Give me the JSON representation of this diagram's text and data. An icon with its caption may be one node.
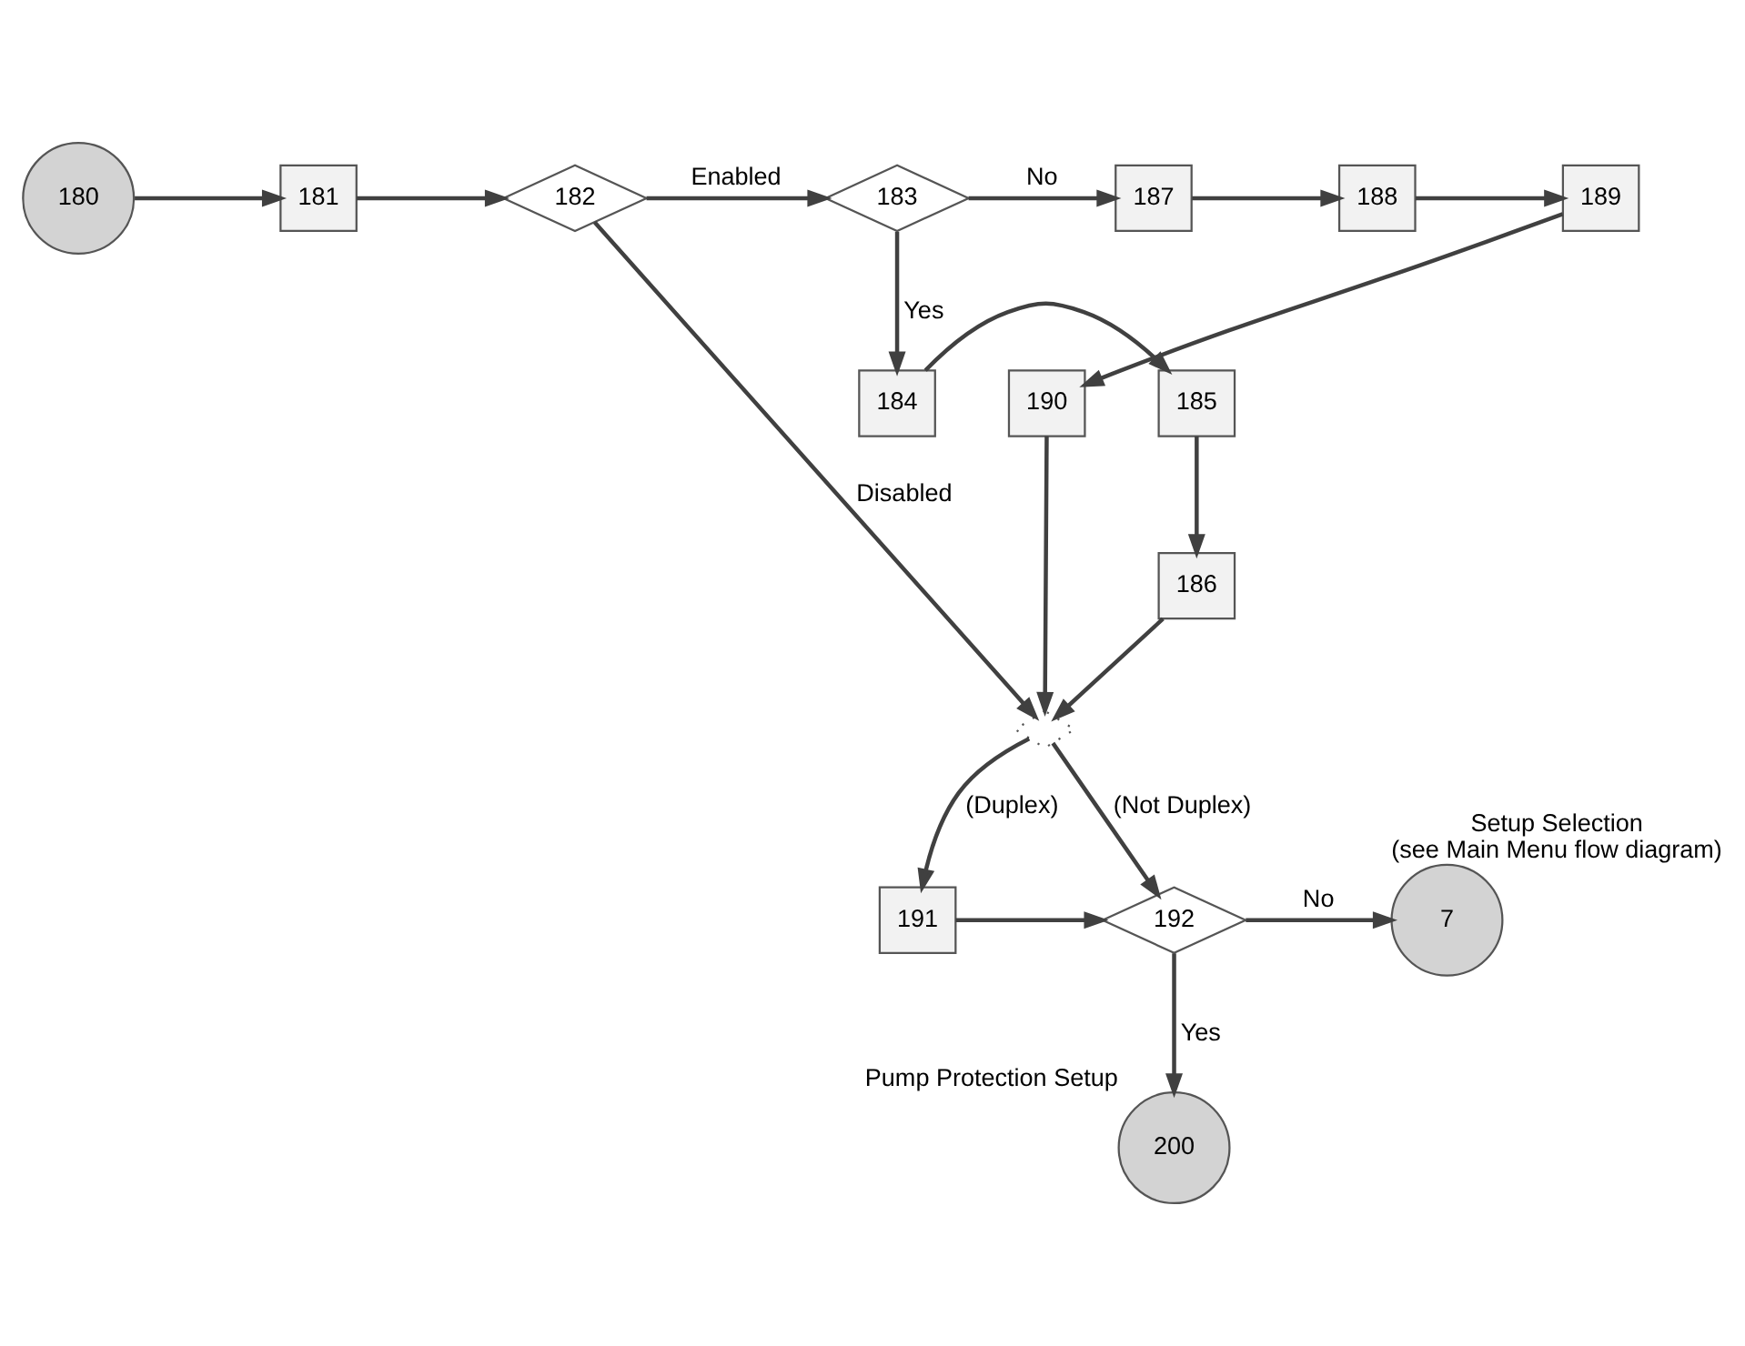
{
  "diagram": {
    "nodes": [
      {
        "text": [
          "180"
        ]
      },
      {
        "text": [
          "181"
        ]
      },
      {
        "text": [
          "182"
        ]
      },
      {
        "text": [
          "183"
        ]
      },
      {
        "text": [
          "187"
        ]
      },
      {
        "text": [
          "188"
        ]
      },
      {
        "text": [
          "189"
        ]
      },
      {
        "text": [
          "190"
        ]
      },
      {
        "text": [
          "184"
        ]
      },
      {
        "text": [
          "185"
        ]
      },
      {
        "text": [
          "186"
        ]
      },
      {
        "text": [],
        "shape": "diamond"
      },
      {
        "text": [
          "191"
        ]
      },
      {
        "text": [
          "192"
        ]
      },
      {
        "text": [
          "7"
        ],
        "beside": [
          "Setup Selection",
          "(see Main Menu flow diagram)"
        ]
      },
      {
        "text": [
          "200"
        ],
        "beside": [
          "Pump Protection Setup"
        ]
      }
    ],
    "edges": [
      {
        "from": 0,
        "to": 1,
        "arrow": "to"
      },
      {
        "from": 1,
        "to": 2,
        "arrow": "to"
      },
      {
        "from": 2,
        "to": 3,
        "arrow": "to",
        "label": "Enabled"
      },
      {
        "from": 3,
        "to": 4,
        "arrow": "to",
        "label": "No"
      },
      {
        "from": 4,
        "to": 5,
        "arrow": "to"
      },
      {
        "from": 5,
        "to": 6,
        "arrow": "to"
      },
      {
        "from": 6,
        "to": 7,
        "arrow": "to"
      },
      {
        "from": 3,
        "to": 8,
        "arrow": "to",
        "label": "Yes"
      },
      {
        "from": 8,
        "to": 9,
        "arrow": "to"
      },
      {
        "from": 9,
        "to": 10,
        "arrow": "to"
      },
      {
        "from": 2,
        "to": 11,
        "arrow": "to",
        "label": "Disabled"
      },
      {
        "from": 10,
        "to": 11,
        "arrow": "to"
      },
      {
        "from": 7,
        "to": 11,
        "arrow": "to"
      },
      {
        "from": 11,
        "to": 12,
        "arrow": "to",
        "label": "(Duplex)"
      },
      {
        "from": 11,
        "to": 13,
        "arrow": "to",
        "label": "(Not Duplex)"
      },
      {
        "from": 12,
        "to": 13,
        "arrow": "to"
      },
      {
        "from": 13,
        "to": 14,
        "arrow": "to",
        "label": "No"
      },
      {
        "from": 13,
        "to": 15,
        "arrow": "to",
        "label": "Yes"
      }
    ]
  }
}
